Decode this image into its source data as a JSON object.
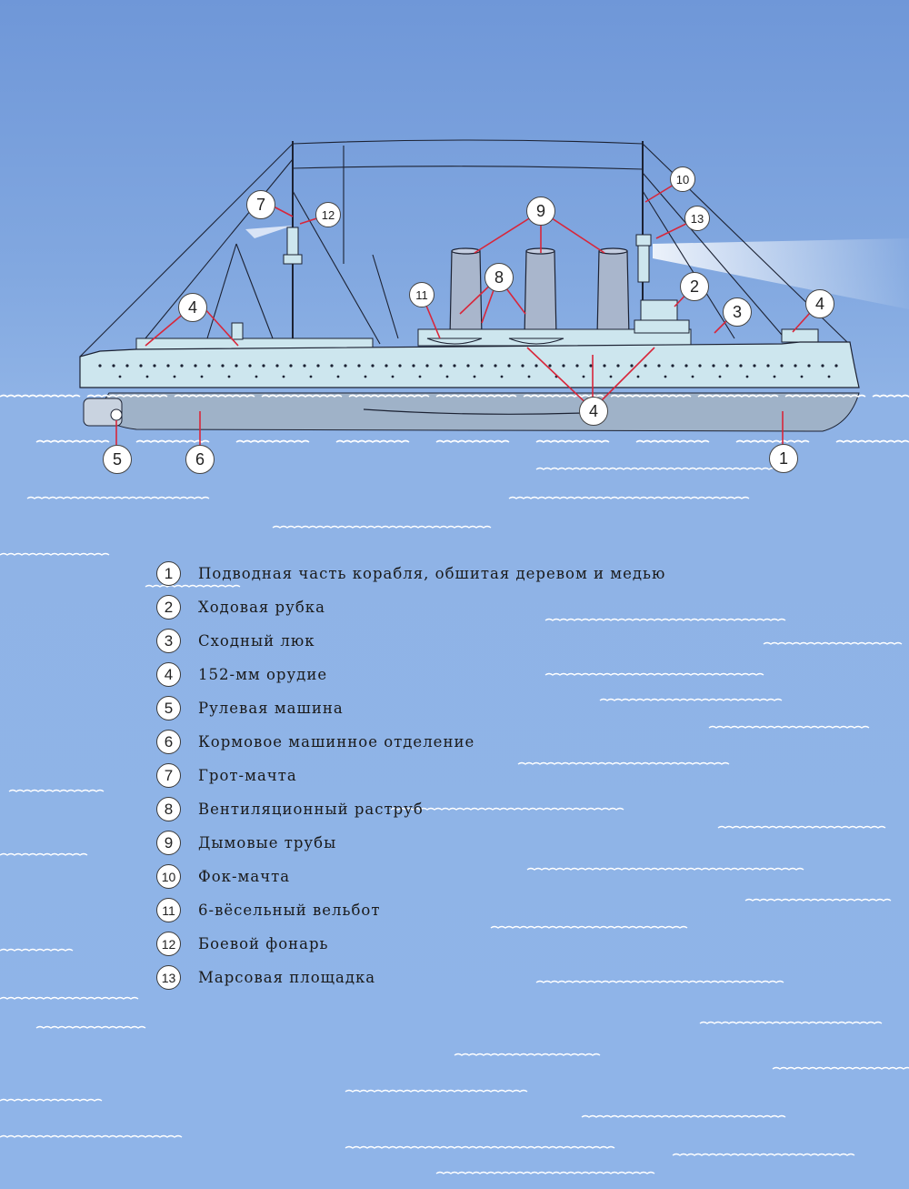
{
  "diagram": {
    "callouts": [
      "1",
      "2",
      "3",
      "4",
      "4",
      "4",
      "5",
      "6",
      "7",
      "8",
      "9",
      "10",
      "11",
      "12",
      "13"
    ]
  },
  "legend": [
    {
      "num": "1",
      "text": "Подводная часть корабля, обшитая деревом и медью"
    },
    {
      "num": "2",
      "text": "Ходовая рубка"
    },
    {
      "num": "3",
      "text": "Сходный люк"
    },
    {
      "num": "4",
      "text": "152-мм орудие"
    },
    {
      "num": "5",
      "text": "Рулевая машина"
    },
    {
      "num": "6",
      "text": "Кормовое машинное отделение"
    },
    {
      "num": "7",
      "text": "Грот-мачта"
    },
    {
      "num": "8",
      "text": "Вентиляционный раструб"
    },
    {
      "num": "9",
      "text": "Дымовые трубы"
    },
    {
      "num": "10",
      "text": "Фок-мачта"
    },
    {
      "num": "11",
      "text": "6-вёсельный вельбот"
    },
    {
      "num": "12",
      "text": "Боевой фонарь"
    },
    {
      "num": "13",
      "text": "Марсовая площадка"
    }
  ],
  "colors": {
    "sky": "#7aa0dc",
    "sea": "#8fb4e8",
    "hull_above": "#cde6ee",
    "hull_below": "#9fb2c8",
    "funnel": "#a9b6cc",
    "leader": "#d8263a"
  }
}
